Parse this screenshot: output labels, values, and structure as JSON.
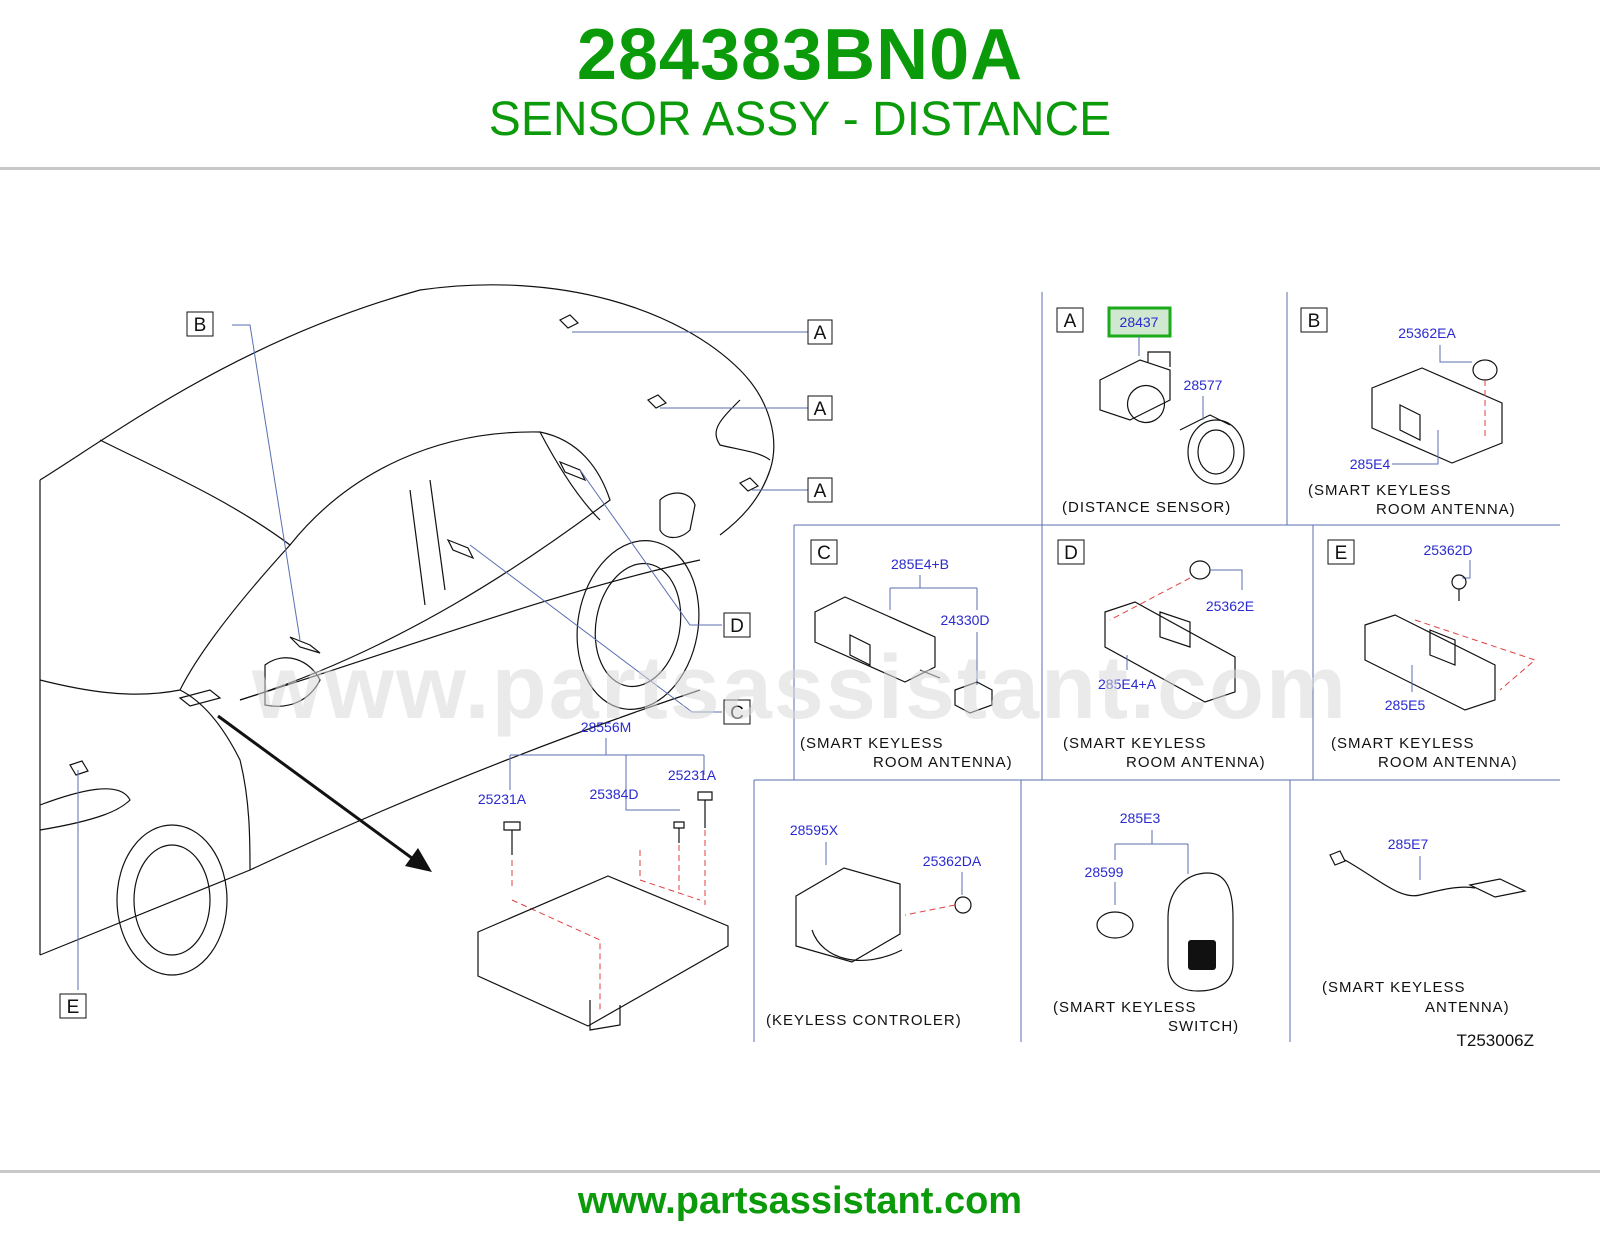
{
  "header": {
    "part_number": "284383BN0A",
    "description": "SENSOR ASSY - DISTANCE"
  },
  "footer": {
    "url": "www.partsassistant.com"
  },
  "watermark": "www.partsassistant.com",
  "colors": {
    "brand_green": "#0a9a0a",
    "part_number_blue": "#2a2ad0",
    "highlight_green": "#1aaa1a",
    "leader_blue": "#5a6fb0",
    "dashed_red": "#e04040"
  },
  "diagram_code": "T253006Z",
  "car_callouts": {
    "a1": "A",
    "a2": "A",
    "a3": "A",
    "b": "B",
    "c": "C",
    "d": "D",
    "e": "E"
  },
  "panels": {
    "a": {
      "letter": "A",
      "highlighted_part": "28437",
      "parts": [
        "28577"
      ],
      "caption": [
        "(DISTANCE   SENSOR)"
      ]
    },
    "b": {
      "letter": "B",
      "parts": [
        "25362EA",
        "285E4"
      ],
      "caption": [
        "(SMART   KEYLESS",
        "ROOM   ANTENNA)"
      ]
    },
    "c": {
      "letter": "C",
      "parts": [
        "285E4+B",
        "24330D"
      ],
      "caption": [
        "(SMART   KEYLESS",
        "ROOM   ANTENNA)"
      ]
    },
    "d": {
      "letter": "D",
      "parts": [
        "25362E",
        "285E4+A"
      ],
      "caption": [
        "(SMART   KEYLESS",
        "ROOM   ANTENNA)"
      ]
    },
    "e": {
      "letter": "E",
      "parts": [
        "25362D",
        "285E5"
      ],
      "caption": [
        "(SMART   KEYLESS",
        "ROOM   ANTENNA)"
      ]
    },
    "controller": {
      "parts": [
        "28556M",
        "25231A",
        "25384D",
        "25231A"
      ]
    },
    "keyless_controller": {
      "parts": [
        "28595X",
        "25362DA"
      ],
      "caption": [
        "(KEYLESS   CONTROLER)"
      ]
    },
    "switch": {
      "parts": [
        "285E3",
        "28599"
      ],
      "caption": [
        "(SMART   KEYLESS",
        "SWITCH)"
      ]
    },
    "antenna": {
      "parts": [
        "285E7"
      ],
      "caption": [
        "(SMART   KEYLESS",
        "ANTENNA)"
      ]
    }
  }
}
